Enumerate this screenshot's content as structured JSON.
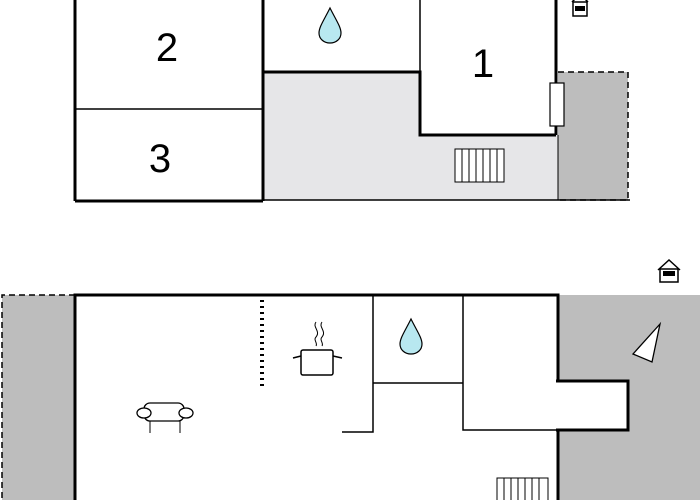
{
  "floorplan": {
    "rooms": [
      {
        "label": "2"
      },
      {
        "label": "3"
      },
      {
        "label": "1"
      }
    ]
  },
  "colors": {
    "terrace_fill": "#bdbdbd",
    "light_fill": "#e6e6e8",
    "water_fill": "#b8e8f0",
    "wall": "#000000"
  },
  "icons": {
    "water": "water-drop-icon",
    "stairs": "stairs-icon",
    "entrance": "house-entrance-icon",
    "sofa": "sofa-icon",
    "kitchen": "cooking-pot-icon",
    "shower": "shower-icon"
  }
}
